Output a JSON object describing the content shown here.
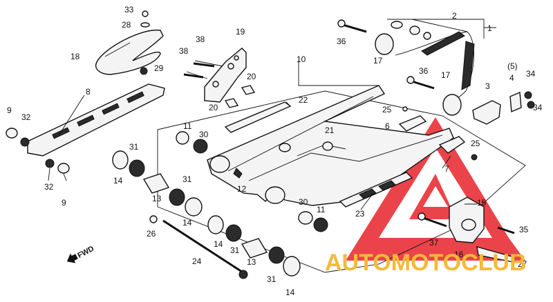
{
  "callouts": [
    {
      "id": "c1",
      "text": "1"
    },
    {
      "id": "c2",
      "text": "2"
    },
    {
      "id": "c3",
      "text": "3"
    },
    {
      "id": "c4",
      "text": "4"
    },
    {
      "id": "c5",
      "text": "(5)"
    },
    {
      "id": "c6",
      "text": "6"
    },
    {
      "id": "c7",
      "text": "7"
    },
    {
      "id": "c8",
      "text": "8"
    },
    {
      "id": "c9a",
      "text": "9"
    },
    {
      "id": "c9b",
      "text": "9"
    },
    {
      "id": "c10",
      "text": "10"
    },
    {
      "id": "c11a",
      "text": "11"
    },
    {
      "id": "c11b",
      "text": "11"
    },
    {
      "id": "c12",
      "text": "12"
    },
    {
      "id": "c13a",
      "text": "13"
    },
    {
      "id": "c13b",
      "text": "13"
    },
    {
      "id": "c14a",
      "text": "14"
    },
    {
      "id": "c14b",
      "text": "14"
    },
    {
      "id": "c14c",
      "text": "14"
    },
    {
      "id": "c14d",
      "text": "14"
    },
    {
      "id": "c15",
      "text": "15"
    },
    {
      "id": "c16",
      "text": "16"
    },
    {
      "id": "c17a",
      "text": "17"
    },
    {
      "id": "c17b",
      "text": "17"
    },
    {
      "id": "c18",
      "text": "18"
    },
    {
      "id": "c19",
      "text": "19"
    },
    {
      "id": "c20a",
      "text": "20"
    },
    {
      "id": "c20b",
      "text": "20"
    },
    {
      "id": "c21",
      "text": "21"
    },
    {
      "id": "c22",
      "text": "22"
    },
    {
      "id": "c23",
      "text": "23"
    },
    {
      "id": "c24",
      "text": "24"
    },
    {
      "id": "c25a",
      "text": "25"
    },
    {
      "id": "c25b",
      "text": "25"
    },
    {
      "id": "c26",
      "text": "26"
    },
    {
      "id": "c27",
      "text": "27"
    },
    {
      "id": "c28",
      "text": "28"
    },
    {
      "id": "c29",
      "text": "29"
    },
    {
      "id": "c30a",
      "text": "30"
    },
    {
      "id": "c30b",
      "text": "30"
    },
    {
      "id": "c31a",
      "text": "31"
    },
    {
      "id": "c31b",
      "text": "31"
    },
    {
      "id": "c31c",
      "text": "31"
    },
    {
      "id": "c31d",
      "text": "31"
    },
    {
      "id": "c32a",
      "text": "32"
    },
    {
      "id": "c32b",
      "text": "32"
    },
    {
      "id": "c33",
      "text": "33"
    },
    {
      "id": "c34a",
      "text": "34"
    },
    {
      "id": "c34b",
      "text": "34"
    },
    {
      "id": "c35",
      "text": "35"
    },
    {
      "id": "c36a",
      "text": "36"
    },
    {
      "id": "c36b",
      "text": "36"
    },
    {
      "id": "c37",
      "text": "37"
    },
    {
      "id": "c38a",
      "text": "38"
    },
    {
      "id": "c38b",
      "text": "38"
    }
  ],
  "direction_label": "FWD",
  "watermark": {
    "text": "AUTOMOTOCLUB",
    "text_color": "#f5b93a",
    "triangle_color": "#e8232b"
  }
}
